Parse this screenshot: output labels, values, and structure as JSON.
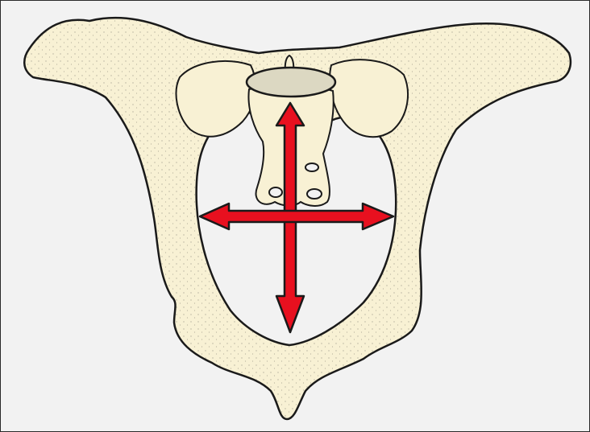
{
  "figure": {
    "subject": "pelvis-illustration",
    "background_color": "#f2f2f2",
    "bone_fill": "#f8f1d4",
    "bone_outline": "#1a1a1a",
    "sacral_plate_fill": "#dcd8c2",
    "arrow_fill": "#e8101f",
    "arrow_outline": "#1a1a1a",
    "arrows": [
      "vertical-double-arrow",
      "horizontal-double-arrow"
    ]
  }
}
